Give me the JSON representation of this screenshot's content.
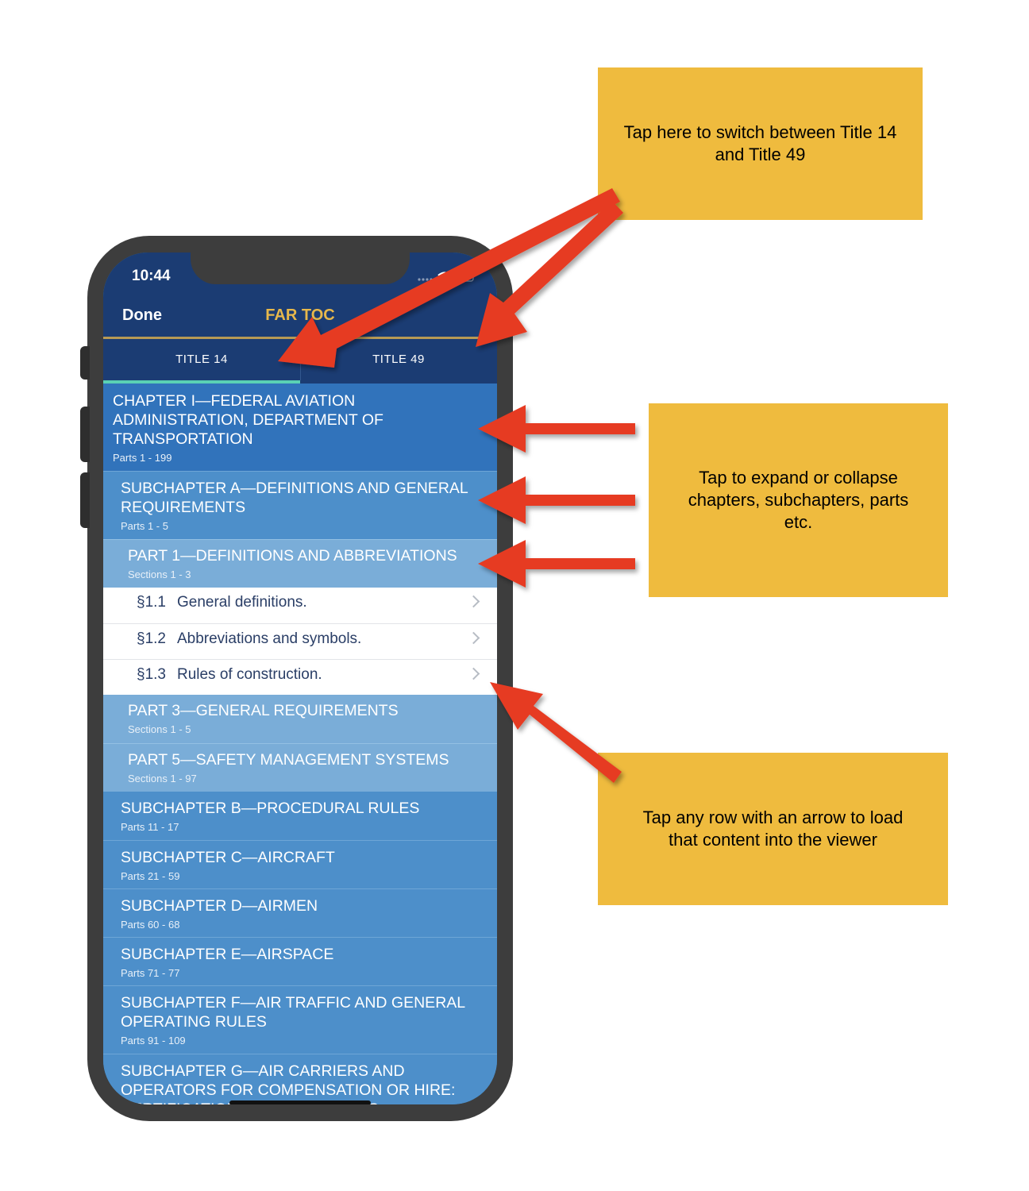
{
  "status_bar": {
    "time": "10:44"
  },
  "nav": {
    "done_label": "Done",
    "title": "FAR TOC"
  },
  "tabs": [
    {
      "label": "TITLE 14"
    },
    {
      "label": "TITLE 49"
    }
  ],
  "chapter": {
    "title": "CHAPTER I—FEDERAL AVIATION ADMINISTRATION, DEPARTMENT OF TRANSPORTATION",
    "subtitle": "Parts 1 - 199"
  },
  "subchapter_a": {
    "title": "SUBCHAPTER A—DEFINITIONS AND GENERAL REQUIREMENTS",
    "subtitle": "Parts 1 - 5"
  },
  "part1": {
    "title": "PART 1—DEFINITIONS AND ABBREVIATIONS",
    "subtitle": "Sections 1 - 3"
  },
  "sections": [
    {
      "num": "§1.1",
      "title": "General definitions."
    },
    {
      "num": "§1.2",
      "title": "Abbreviations and symbols."
    },
    {
      "num": "§1.3",
      "title": "Rules of construction."
    }
  ],
  "parts": [
    {
      "title": "PART 3—GENERAL REQUIREMENTS",
      "subtitle": "Sections 1 - 5"
    },
    {
      "title": "PART 5—SAFETY MANAGEMENT SYSTEMS",
      "subtitle": "Sections 1 - 97"
    }
  ],
  "subchapters": [
    {
      "title": "SUBCHAPTER B—PROCEDURAL RULES",
      "subtitle": "Parts 11 - 17"
    },
    {
      "title": "SUBCHAPTER C—AIRCRAFT",
      "subtitle": "Parts 21 - 59"
    },
    {
      "title": "SUBCHAPTER D—AIRMEN",
      "subtitle": "Parts 60 - 68"
    },
    {
      "title": "SUBCHAPTER E—AIRSPACE",
      "subtitle": "Parts 71 - 77"
    },
    {
      "title": "SUBCHAPTER F—AIR TRAFFIC AND GENERAL OPERATING RULES",
      "subtitle": "Parts 91 - 109"
    },
    {
      "title": "SUBCHAPTER G—AIR CARRIERS AND OPERATORS FOR COMPENSATION OR HIRE: CERTIFICATION AND OPERATIONS"
    }
  ],
  "callouts": {
    "tabs_note": "Tap here to switch between Title 14 and Title 49",
    "expand_note": "Tap to expand or collapse chapters, subchapters, parts etc.",
    "arrow_note": "Tap any row with an arrow to load that content into the viewer"
  },
  "colors": {
    "navbar": "#1b3c73",
    "nav_title": "#e7b84b",
    "tab_indicator": "#5ad1b4",
    "chapter_row": "#3173bb",
    "subchapter_row": "#4d8fca",
    "part_row": "#7aadd8",
    "callout": "#efbb3e",
    "arrow": "#e63b24"
  }
}
